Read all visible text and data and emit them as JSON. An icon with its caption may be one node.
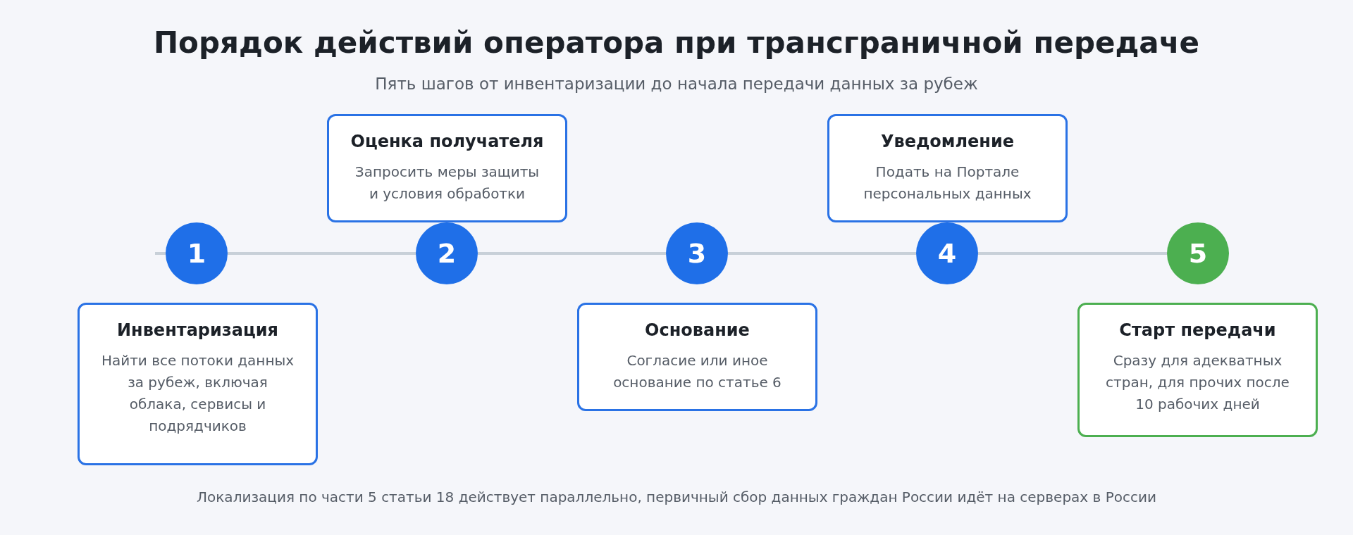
{
  "diagram": {
    "title": "Порядок действий оператора при трансграничной передаче",
    "caption": "Пять шагов от инвентаризации до начала передачи данных за рубеж",
    "nodes": [
      {
        "text": [
          "1"
        ]
      },
      {
        "text": [
          "2"
        ]
      },
      {
        "text": [
          "3"
        ]
      },
      {
        "text": [
          "4"
        ]
      },
      {
        "text": [
          "5"
        ]
      },
      {
        "text": [
          "Инвентаризация",
          "Найти все потоки данных за рубеж, включая облака, сервисы и подрядчиков"
        ]
      },
      {
        "text": [
          "Оценка получателя",
          "Запросить меры защиты и условия обработки"
        ]
      },
      {
        "text": [
          "Основание",
          "Согласие или иное основание по статье 6"
        ]
      },
      {
        "text": [
          "Уведомление",
          "Подать на Портале персональных данных"
        ]
      },
      {
        "text": [
          "Старт передачи",
          "Сразу для адекватных стран, для прочих после 10 рабочих дней"
        ]
      }
    ],
    "edges": [
      {
        "from": 0,
        "to": 1,
        "arrow": "none"
      },
      {
        "from": 1,
        "to": 2,
        "arrow": "none"
      },
      {
        "from": 2,
        "to": 3,
        "arrow": "none"
      },
      {
        "from": 3,
        "to": 4,
        "arrow": "none"
      }
    ],
    "labels": [
      "Локализация по части 5 статьи 18 действует параллельно, первичный сбор данных граждан России идёт на серверах в России"
    ]
  }
}
